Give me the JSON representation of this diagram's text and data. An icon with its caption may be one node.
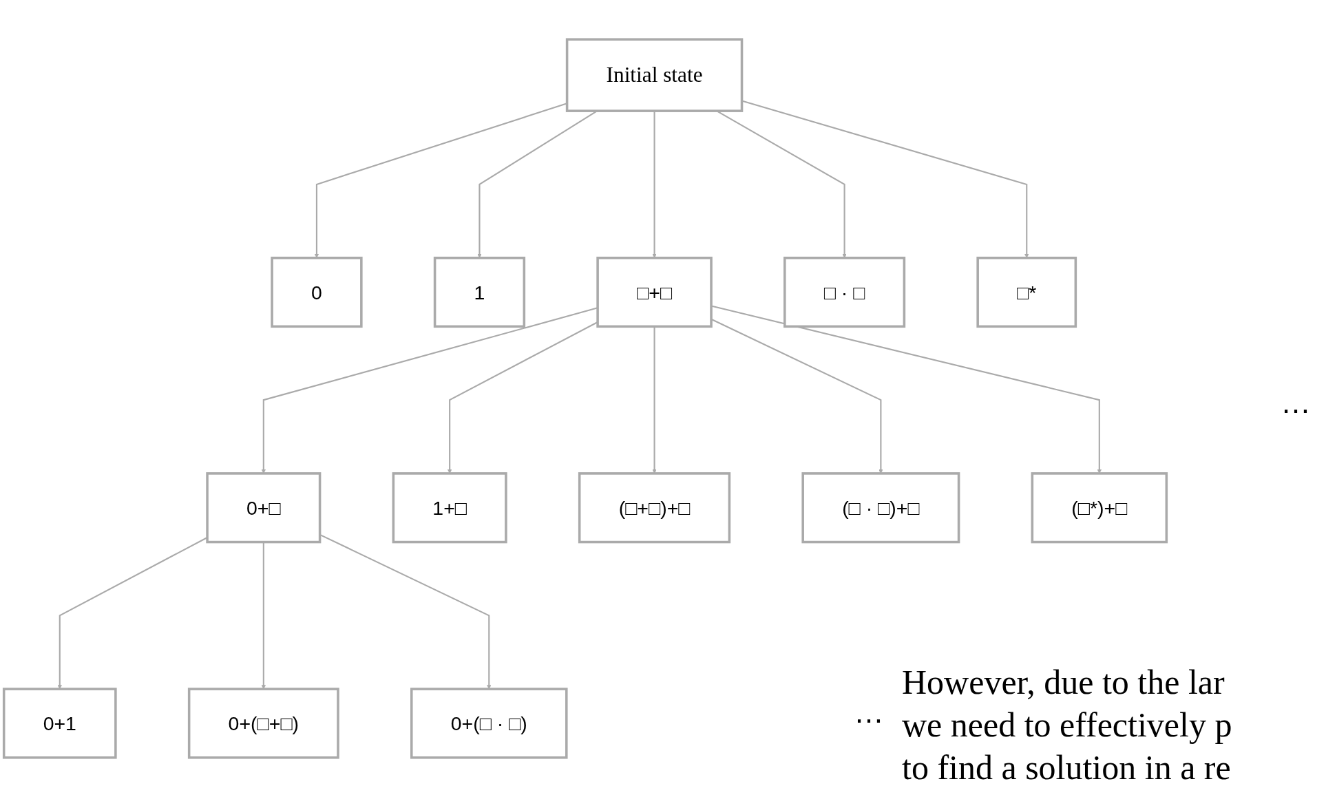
{
  "diagram": {
    "nodes": [
      {
        "text": [
          "Initial state"
        ]
      },
      {
        "text": [
          "0"
        ]
      },
      {
        "text": [
          "1"
        ]
      },
      {
        "text": [
          "□+□"
        ]
      },
      {
        "text": [
          "□ · □"
        ]
      },
      {
        "text": [
          "□*"
        ]
      },
      {
        "text": [
          "0+□"
        ]
      },
      {
        "text": [
          "1+□"
        ]
      },
      {
        "text": [
          "(□+□)+□"
        ]
      },
      {
        "text": [
          "(□ · □)+□"
        ]
      },
      {
        "text": [
          "(□*)+□"
        ]
      },
      {
        "text": [
          "0+1"
        ]
      },
      {
        "text": [
          "0+(□+□)"
        ]
      },
      {
        "text": [
          "0+(□ · □)"
        ]
      }
    ],
    "edges": [
      {
        "from": 0,
        "to": 1,
        "arrow": "to"
      },
      {
        "from": 0,
        "to": 2,
        "arrow": "to"
      },
      {
        "from": 0,
        "to": 3,
        "arrow": "to"
      },
      {
        "from": 0,
        "to": 4,
        "arrow": "to"
      },
      {
        "from": 0,
        "to": 5,
        "arrow": "to"
      },
      {
        "from": 3,
        "to": 6,
        "arrow": "to"
      },
      {
        "from": 3,
        "to": 7,
        "arrow": "to"
      },
      {
        "from": 3,
        "to": 8,
        "arrow": "to"
      },
      {
        "from": 3,
        "to": 9,
        "arrow": "to"
      },
      {
        "from": 3,
        "to": 10,
        "arrow": "to"
      },
      {
        "from": 6,
        "to": 11,
        "arrow": "to"
      },
      {
        "from": 6,
        "to": 12,
        "arrow": "to"
      },
      {
        "from": 6,
        "to": 13,
        "arrow": "to"
      }
    ],
    "labels": [
      "…",
      "…",
      "However, due to the lar",
      "we need to effectively p",
      "to find a solution in a re"
    ]
  }
}
